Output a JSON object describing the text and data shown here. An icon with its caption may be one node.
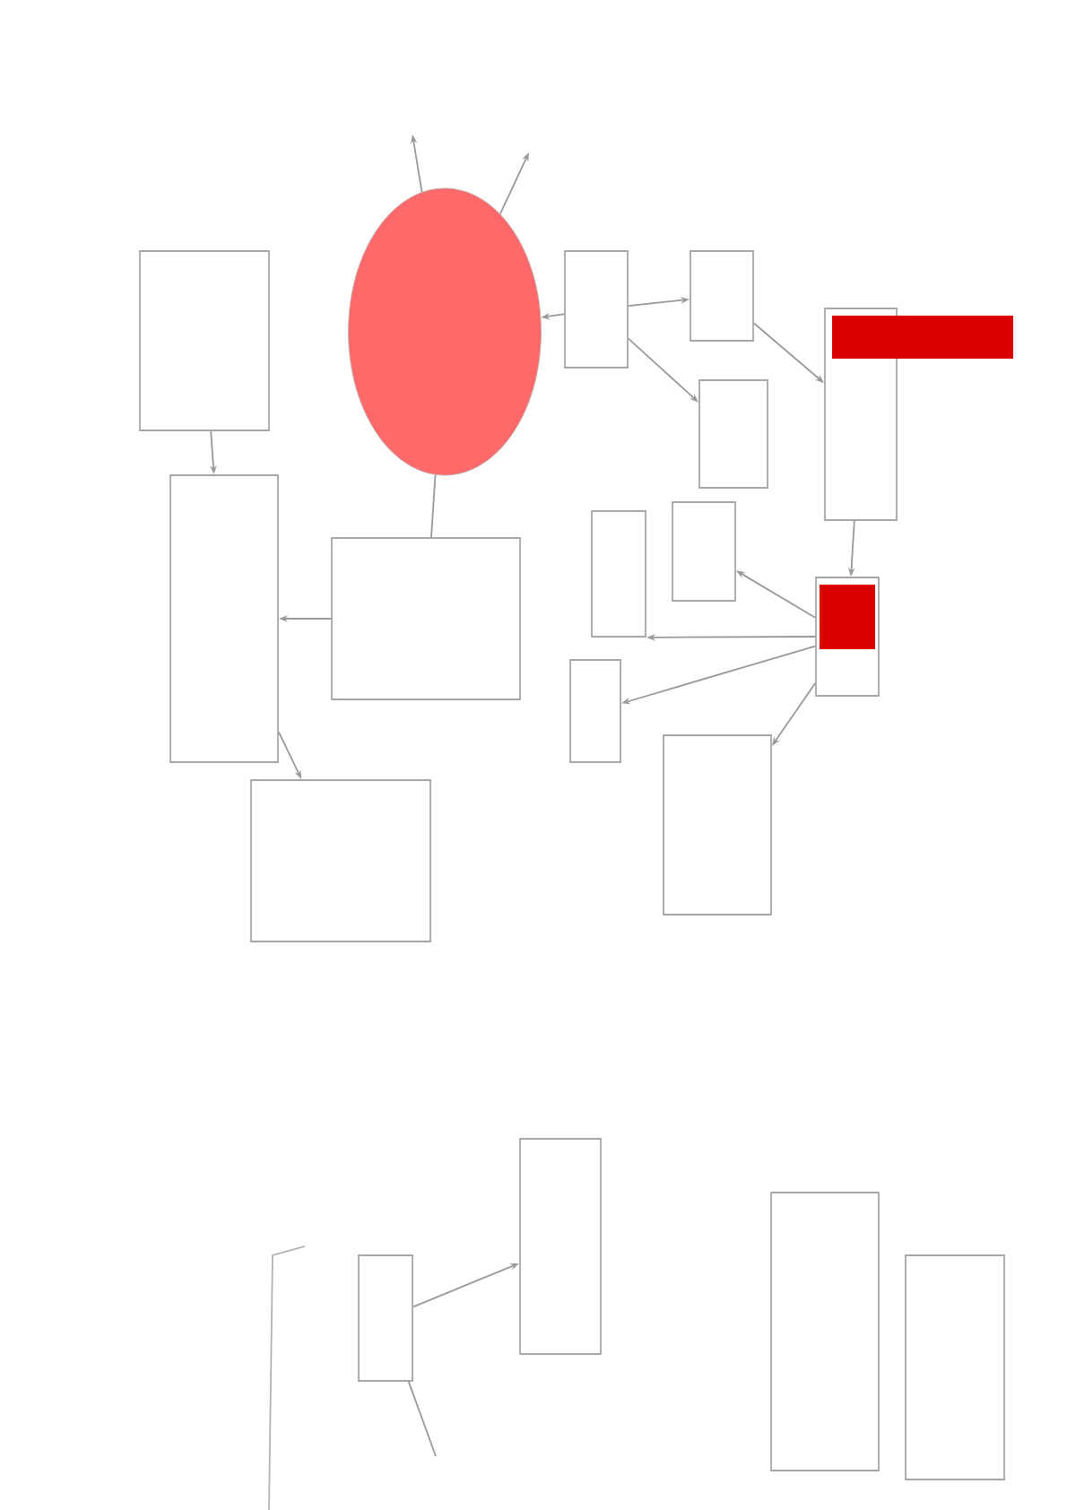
{
  "diagram": {
    "nodes": [
      {
        "text": [],
        "shape": "ellipse"
      },
      {
        "text": [],
        "shape": "box"
      },
      {
        "text": [],
        "shape": "box"
      },
      {
        "text": [],
        "shape": "box"
      },
      {
        "text": [],
        "shape": "box"
      },
      {
        "text": [],
        "shape": "box"
      },
      {
        "text": [],
        "shape": "box"
      },
      {
        "text": [],
        "shape": "box"
      },
      {
        "text": [],
        "shape": "box"
      },
      {
        "text": [],
        "shape": "bar"
      },
      {
        "text": [],
        "shape": "box"
      },
      {
        "text": [],
        "shape": "box"
      },
      {
        "text": [],
        "shape": "box"
      },
      {
        "text": [],
        "shape": "bar",
        "in": 12
      },
      {
        "text": [],
        "shape": "box"
      },
      {
        "text": [],
        "shape": "box"
      },
      {
        "text": [],
        "shape": "box"
      },
      {
        "text": [],
        "shape": "box"
      },
      {
        "text": [],
        "shape": "box"
      },
      {
        "text": [],
        "shape": "box"
      }
    ],
    "edges": [
      {
        "from": 0,
        "to": null,
        "arrow": "to"
      },
      {
        "from": 0,
        "to": null,
        "arrow": "to"
      },
      {
        "from": 5,
        "to": 0,
        "arrow": "to"
      },
      {
        "from": 5,
        "to": 6,
        "arrow": "to"
      },
      {
        "from": 5,
        "to": 7,
        "arrow": "to"
      },
      {
        "from": 6,
        "to": 8,
        "arrow": "to"
      },
      {
        "from": 8,
        "to": 12,
        "arrow": "to"
      },
      {
        "from": 12,
        "to": 11,
        "arrow": "to"
      },
      {
        "from": 12,
        "to": 10,
        "arrow": "to"
      },
      {
        "from": 12,
        "to": 14,
        "arrow": "to"
      },
      {
        "from": 12,
        "to": 15,
        "arrow": "to"
      },
      {
        "from": 0,
        "to": 3,
        "arrow": "none"
      },
      {
        "from": 3,
        "to": 2,
        "arrow": "to"
      },
      {
        "from": 1,
        "to": 2,
        "arrow": "to"
      },
      {
        "from": 2,
        "to": 4,
        "arrow": "to"
      },
      {
        "from": 17,
        "to": 16,
        "arrow": "to"
      },
      {
        "from": 17,
        "to": null,
        "arrow": "none"
      }
    ]
  }
}
